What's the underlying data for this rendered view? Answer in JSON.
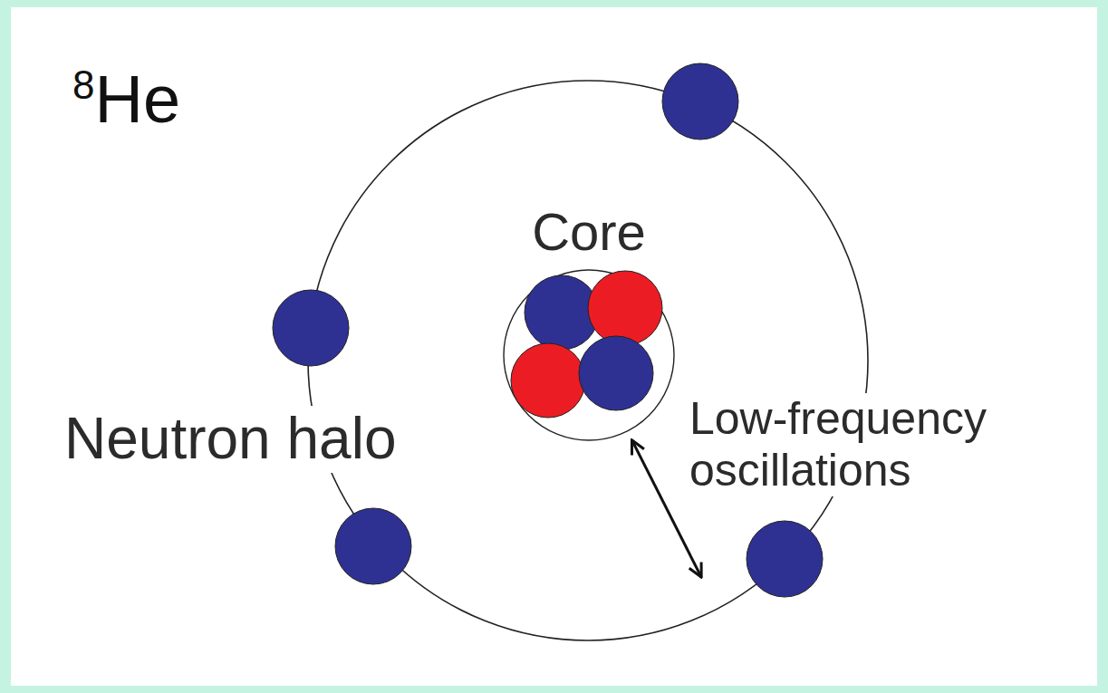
{
  "diagram": {
    "title": "8He",
    "nodes": [
      {
        "text": [
          "Neutron halo"
        ]
      },
      {
        "text": [
          "Core"
        ],
        "in": 0
      }
    ],
    "edges": [
      {
        "from": 1,
        "to": 0,
        "arrow": "both"
      }
    ],
    "labels": [
      "Low-frequency oscillations"
    ]
  }
}
